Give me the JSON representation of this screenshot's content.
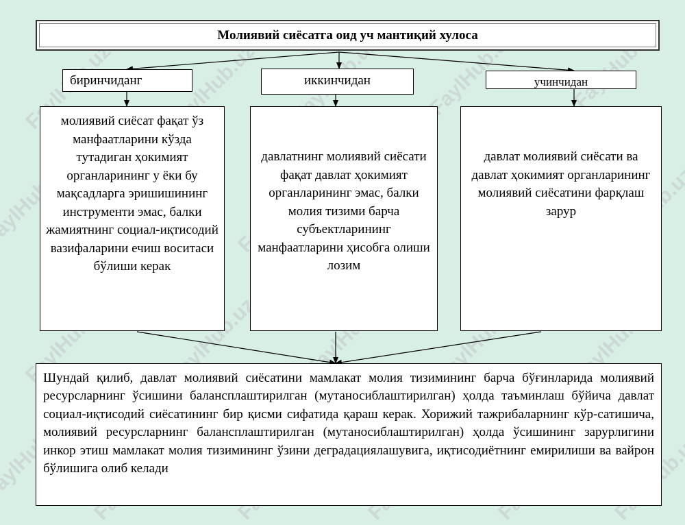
{
  "title": "Молиявий сиёсатга оид уч мантиқий хулоса",
  "labels": {
    "first": "биринчиданг",
    "second": "иккинчидан",
    "third": "учинчидан"
  },
  "boxes": {
    "first": "молиявий сиёсат фақат ўз манфаатларини кўзда тутадиган ҳокимият органларининг у ёки бу мақсадларга эришишининг инструменти эмас, балки жамиятнинг социал-иқтисодий вазифаларини ечиш воситаси бўлиши керак",
    "second": "давлатнинг молиявий сиёсати фақат давлат ҳокимият органларининг эмас, балки молия тизими барча субъектларининг манфаатларини ҳисобга олиши лозим",
    "third": "давлат молиявий сиёсати ва давлат ҳокимият органларининг молиявий сиёсатини фарқлаш зарур"
  },
  "summary": "Шундай қилиб, давлат молиявий сиёсатини мамлакат молия тизимининг барча бўғинларида молиявий ресурсларнинг ўсишини балансплаштирилган (мутаносиблаштирилган) ҳолда таъминлаш бўйича давлат социал-иқтисодий сиёсатининг бир қисми сифатида қараш керак. Хорижий тажрибаларнинг кўр-сатишича, молиявий ресурсларнинг балансплаштирилган (мутаносиблаштирилган) ҳолда ўсишининг зарурлигини инкор этиш мамлакат молия тизимининг ўзини деградациялашувига, иқтисодиётнинг емирилиши ва вайрон бўлишига олиб келади",
  "watermark": "FaylHub.uz"
}
